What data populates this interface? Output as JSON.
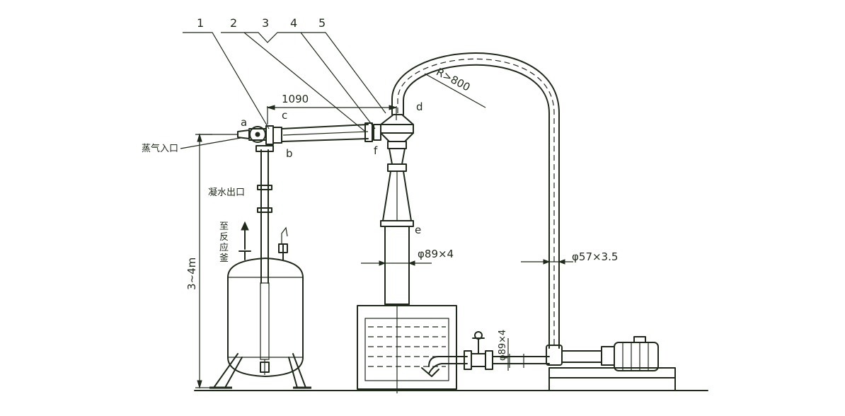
{
  "callouts": [
    "1",
    "2",
    "3",
    "4",
    "5"
  ],
  "points": {
    "a": "a",
    "b": "b",
    "c": "c",
    "d": "d",
    "e": "e",
    "f": "f"
  },
  "dimensions": {
    "span": "1090",
    "radius": "R>800",
    "pipe_main": "φ89×4",
    "pipe_return": "φ57×3.5",
    "pipe_drain": "φ89×4",
    "height": "3~4m"
  },
  "labels": {
    "steam_inlet": "蒸气入口",
    "condensate_outlet": "凝水出口",
    "to_reactor": [
      "至",
      "反",
      "应",
      "釜"
    ]
  },
  "colors": {
    "ink": "#1f2a1a",
    "paper": "#ffffff"
  }
}
